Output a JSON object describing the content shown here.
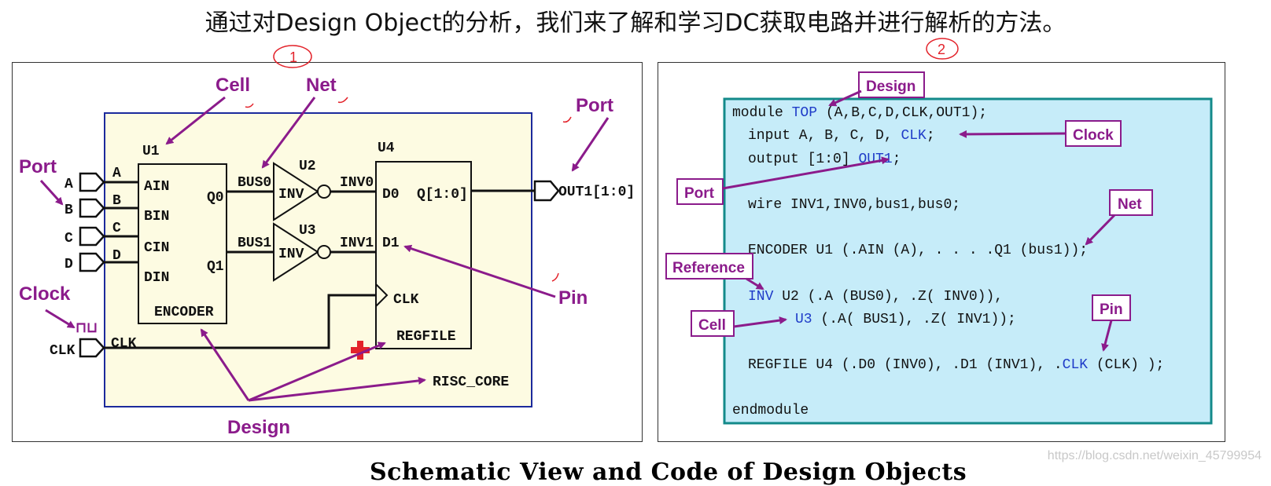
{
  "header": {
    "title": "通过对Design Object的分析，我们来了解和学习DC获取电路并进行解析的方法。"
  },
  "footer": {
    "caption": "Schematic View and Code of Design Objects",
    "watermark": "https://blog.csdn.net/weixin_45799954"
  },
  "annotations": {
    "mark_1": "1",
    "mark_2": "2"
  },
  "schematic": {
    "labels": {
      "cell": "Cell",
      "net": "Net",
      "port_left": "Port",
      "port_right": "Port",
      "clock": "Clock",
      "pin": "Pin",
      "design": "Design"
    },
    "ports": {
      "a": "A",
      "b": "B",
      "c": "C",
      "d": "D",
      "clk": "CLK",
      "out": "OUT1[1:0]",
      "clock_symbol": "⊓⊔"
    },
    "u1": {
      "name": "U1",
      "in_a": "AIN",
      "in_b": "BIN",
      "in_c": "CIN",
      "in_d": "DIN",
      "out_q0": "Q0",
      "out_q1": "Q1",
      "type": "ENCODER"
    },
    "wires": {
      "a": "A",
      "b": "B",
      "c": "C",
      "d": "D",
      "clk": "CLK",
      "bus0": "BUS0",
      "bus1": "BUS1",
      "inv0": "INV0",
      "inv1": "INV1"
    },
    "u2": {
      "name": "U2",
      "type": "INV"
    },
    "u3": {
      "name": "U3",
      "type": "INV"
    },
    "u4": {
      "name": "U4",
      "d0": "D0",
      "d1": "D1",
      "q": "Q[1:0]",
      "clk": "CLK",
      "type": "REGFILE"
    },
    "risc": "RISC_CORE"
  },
  "code": {
    "labels": {
      "design": "Design",
      "clock": "Clock",
      "port": "Port",
      "net": "Net",
      "reference": "Reference",
      "cell": "Cell",
      "pin": "Pin"
    },
    "l1a": "module ",
    "l1b": "TOP",
    "l1c": " (A,B,C,D,CLK,OUT1);",
    "l2a": "input A, B, C, D, ",
    "l2b": "CLK",
    "l2c": ";",
    "l3a": "output [1:0] ",
    "l3b": "OUT1",
    "l3c": ";",
    "l4": "wire INV1,INV0,bus1,bus0;",
    "l5": "ENCODER U1 (.AIN (A), . . . .Q1 (bus1));",
    "l6a": "INV",
    "l6b": "  U2 (.A (BUS0), .Z( INV0)),",
    "l7a": "U3",
    "l7b": " (.A( BUS1), .Z( INV1));",
    "l8a": "REGFILE U4 (.D0 (INV0), .D1 (INV1), .",
    "l8b": "CLK",
    "l8c": " (CLK) );",
    "l9": "endmodule"
  },
  "colors": {
    "label_purple": "#8b1b8b",
    "schematic_fill": "#fdfbe2",
    "design_border": "#1c2a9c",
    "code_fill": "#c6ecf9",
    "code_border": "#138a8a",
    "code_blue": "#1f3cc8",
    "red_mark": "#e3232b"
  }
}
